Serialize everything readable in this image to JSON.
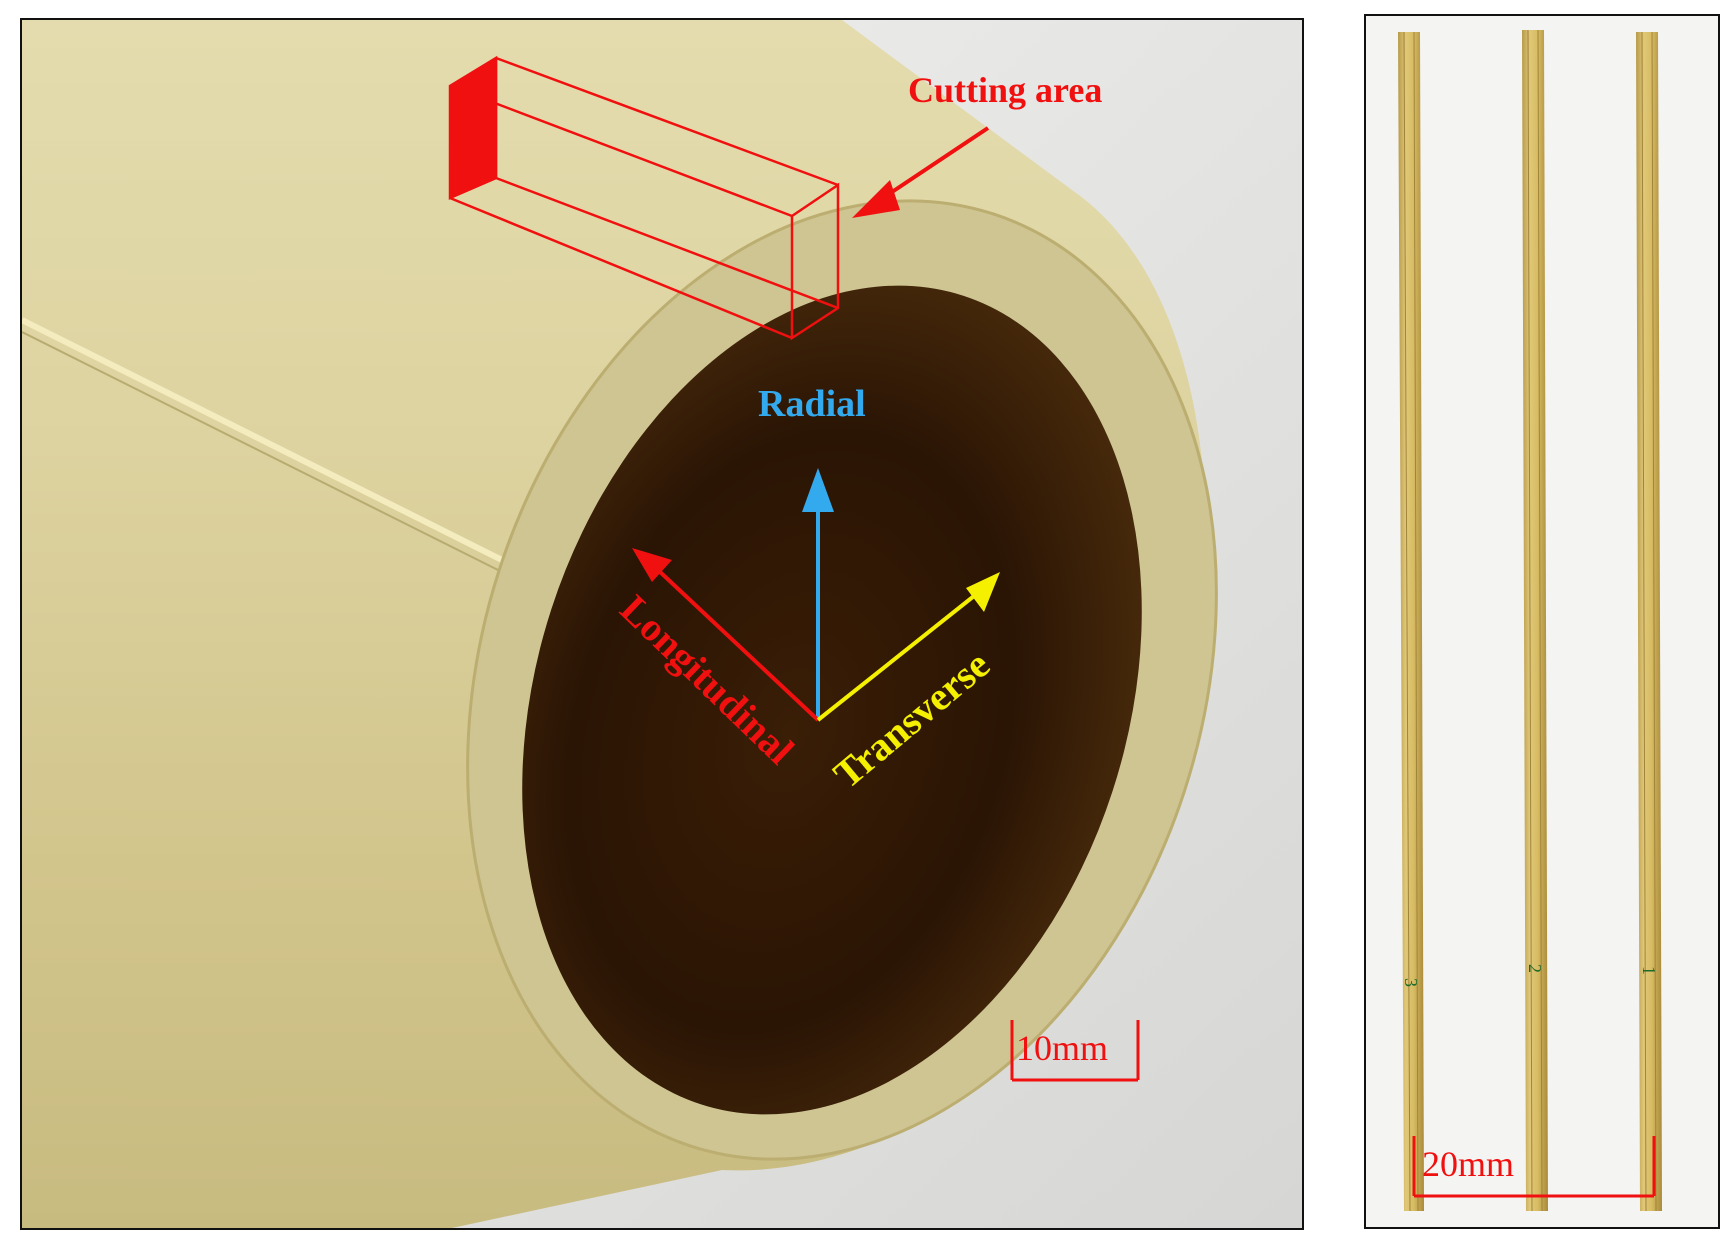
{
  "left_panel": {
    "cutting_label": "Cutting area",
    "radial_label": "Radial",
    "longitudinal_label": "Longitudinal",
    "transverse_label": "Transverse",
    "scale_label": "10mm"
  },
  "right_panel": {
    "scale_label": "20mm",
    "strip_marks": [
      "3",
      "2",
      "1"
    ]
  },
  "colors": {
    "red": "#f01010",
    "radial_blue": "#33aaee",
    "transverse_yellow": "#f4f000",
    "bamboo": "#d8cf9a"
  }
}
